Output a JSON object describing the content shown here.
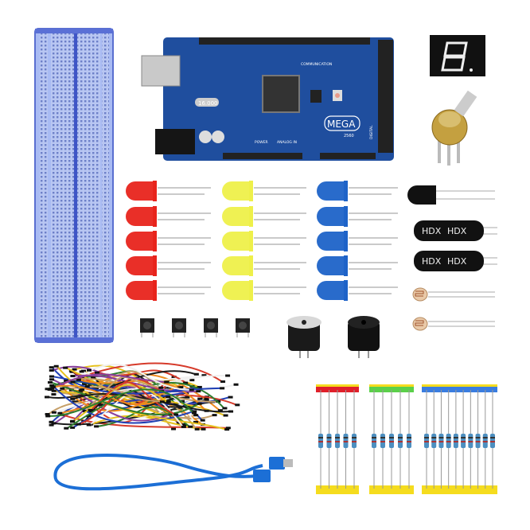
{
  "board": {
    "logo": "MEGA",
    "model": "2560",
    "label_communication": "COMMUNICATION",
    "label_analog": "ANALOG IN",
    "label_power": "POWER",
    "label_digital": "DIGITAL",
    "crystal": "16.000",
    "color": "#1f4e9e"
  },
  "sensors": {
    "hdx_1a": "HDX",
    "hdx_1b": "HDX",
    "hdx_2a": "HDX",
    "hdx_2b": "HDX"
  },
  "colors": {
    "led_red": "#e8241c",
    "led_yellow": "#eef04a",
    "led_blue": "#1e63c8",
    "breadboard": "#9fb4f0",
    "usb_cable": "#1c6fd6",
    "tape_red": "#e0202a",
    "tape_green": "#5bd04a",
    "tape_blue": "#3a7de0",
    "tape_yellow": "#f5dc1e"
  }
}
